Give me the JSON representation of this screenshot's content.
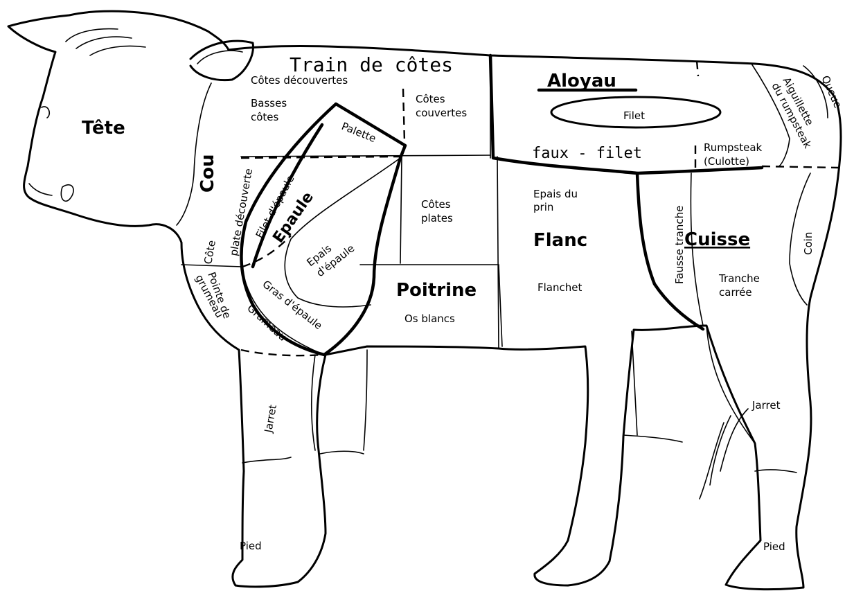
{
  "labels": {
    "tete": "Tête",
    "cou": "Cou",
    "train_de_cotes": "Train de côtes",
    "cotes_decouvertes": "Côtes découvertes",
    "basses_cotes": "Basses\ncôtes",
    "cotes_couvertes": "Côtes\ncouvertes",
    "palette": "Palette",
    "cote_plate_decouverte": "plate découverte",
    "cote_word": "Côte",
    "filet_epaule": "Filet d'épaule",
    "epaule": "Epaule",
    "epais_epaule_1": "Epais",
    "epais_epaule_2": "d'épaule",
    "cotes_plates": "Côtes\nplates",
    "pointe_de_grumeau": "Pointe de",
    "grumeau_word": "grumeau",
    "gras_epaule": "Gras d'épaule",
    "grumeau": "Grumeau",
    "poitrine": "Poitrine",
    "os_blancs": "Os blancs",
    "aloyau": "Aloyau",
    "filet": "Filet",
    "faux_filet": "faux - filet",
    "rumpsteak": "Rumpsteak",
    "culotte": "(Culotte)",
    "aiguillette": "Aiguillette",
    "du_rumpsteak": "du rumpsteak",
    "queue": "Queue",
    "epais_du_prin_1": "Epais du",
    "epais_du_prin_2": "prin",
    "flanc": "Flanc",
    "flanchet": "Flanchet",
    "fausse_tranche": "Fausse tranche",
    "cuisse": "Cuisse",
    "tranche_carree_1": "Tranche",
    "tranche_carree_2": "carrée",
    "coin": "Coin",
    "jarret_front": "Jarret",
    "jarret_back": "Jarret",
    "pied_front": "Pied",
    "pied_back": "Pied"
  }
}
